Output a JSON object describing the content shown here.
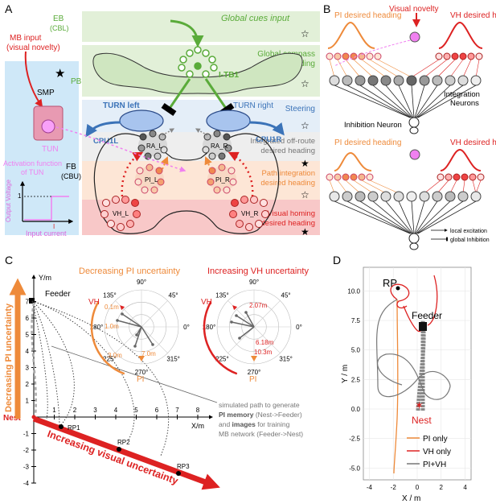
{
  "panel_a": {
    "letter": "A",
    "mb_input_line1": "MB input",
    "mb_input_line2": "(visual novelty)",
    "smp": "SMP",
    "tun": "TUN",
    "activation_line1": "Activation function",
    "activation_line2": "of TUN",
    "output_voltage": "Output Voltage",
    "input_current": "Input current",
    "y_tick": "1",
    "x_tick": "I",
    "eb": "EB",
    "cbl": "(CBL)",
    "pb": "PB",
    "fb": "FB",
    "cbu": "(CBU)",
    "global_cues_input": "Global cues input",
    "global_compass_line1": "Global compass",
    "global_compass_line2": "current heading",
    "itb1": "I-TB1",
    "turn_left": "TURN left",
    "turn_right": "TURN right",
    "steering": "Steering",
    "cpu1l": "CPU1L",
    "cpu1r": "CPU1R",
    "ra_l": "RA_L",
    "ra_r": "RA_R",
    "offroute_line1": "Integrated off-route",
    "offroute_line2": "desired heading",
    "pi_l": "PI_L",
    "pi_r": "PI_R",
    "pi_line1": "Path integration",
    "pi_line2": "desired heading",
    "vh_l": "VH_L",
    "vh_r": "VH_R",
    "vh_line1": "Visual homing",
    "vh_line2": "desired heading"
  },
  "panel_b": {
    "letter": "B",
    "pi_desired": "PI desired heading",
    "visual_novelty": "Visual novelty",
    "vh_desired": "VH desired heading",
    "integration_line1": "Integration",
    "integration_line2": "Neurons",
    "inhibition_neuron": "Inhibition Neuron",
    "legend_local": "local excitation",
    "legend_global": "global Inhibition"
  },
  "panel_c": {
    "letter": "C",
    "y_axis": "Y/m",
    "x_axis": "X/m",
    "feeder": "Feeder",
    "nest": "Nest",
    "y_ticks": [
      "7",
      "6",
      "5",
      "4",
      "3",
      "2",
      "1",
      "-1",
      "-2",
      "-3",
      "-4"
    ],
    "x_ticks": [
      "1",
      "2",
      "3",
      "4",
      "5",
      "6",
      "7",
      "8"
    ],
    "release_points": [
      "RP1",
      "RP2",
      "RP3"
    ],
    "decreasing_pi_title": "Decreasing PI uncertainty",
    "increasing_vh_title": "Increasing VH uncertainty",
    "vertical_arrow_label": "Decreasing PI uncertainty",
    "diagonal_arrow_label": "Increasing visual uncertainty",
    "angles": [
      "90°",
      "45°",
      "0°",
      "315°",
      "270°",
      "225°",
      "180°",
      "135°"
    ],
    "pi": "PI",
    "vh": "VH",
    "pi_distances": [
      "0.1m",
      "1.0m",
      "3.0m",
      "7.0m"
    ],
    "vh_distances": [
      "2.07m",
      "6.18m",
      "10.3m"
    ],
    "note_line1": "simulated path to generate",
    "note_line2_bold": "PI memory",
    "note_line2_rest": " (Nest->Feeder)",
    "note_line3_pre": "and ",
    "note_line3_bold": "images",
    "note_line3_rest": " for training",
    "note_line4": "MB network (Feeder->Nest)"
  },
  "panel_d": {
    "letter": "D",
    "rp": "RP",
    "feeder": "Feeder",
    "nest": "Nest",
    "y_axis": "Y / m",
    "x_axis": "X / m",
    "y_ticks": [
      "10.0",
      "7.5",
      "5.0",
      "2.5",
      "0.0",
      "-2.5",
      "-5.0"
    ],
    "x_ticks": [
      "-4",
      "-2",
      "0",
      "2",
      "4"
    ],
    "legend": [
      {
        "label": "PI only",
        "color": "#ee8a3a"
      },
      {
        "label": "VH only",
        "color": "#dd2222"
      },
      {
        "label": "PI+VH",
        "color": "#777777"
      }
    ]
  },
  "colors": {
    "green": "#5aab3a",
    "blue": "#3b73b8",
    "orange": "#ee8a3a",
    "red": "#dd2222",
    "pink": "#f080f0",
    "grey": "#888888"
  }
}
